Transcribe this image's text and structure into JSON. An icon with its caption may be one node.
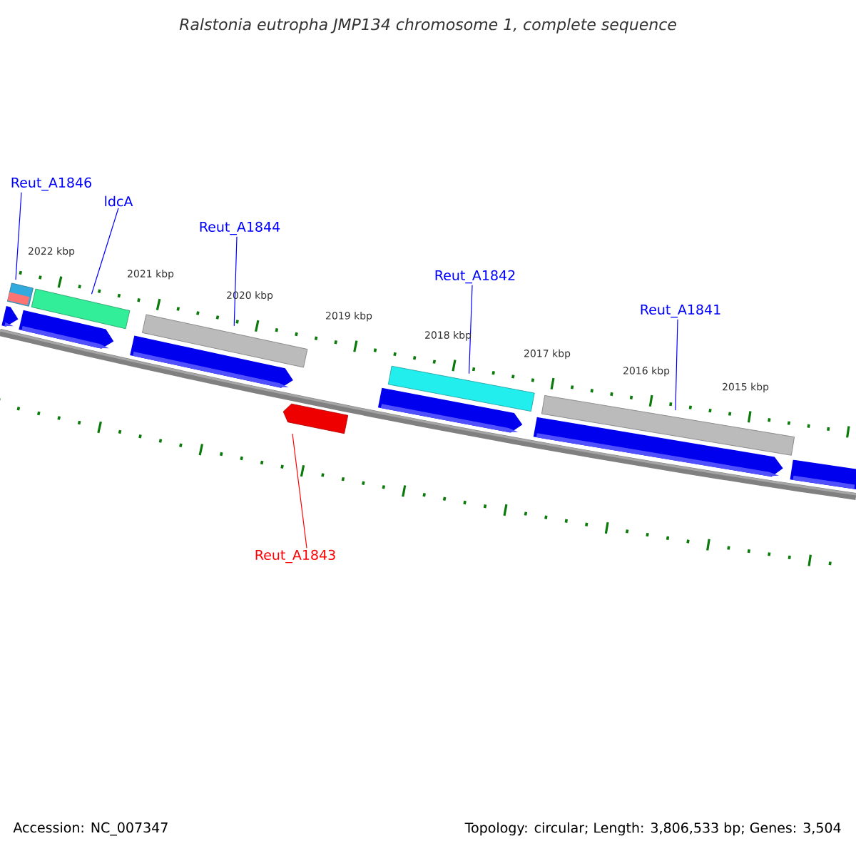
{
  "diagram": {
    "title": "Ralstonia eutropha JMP134 chromosome 1, complete sequence",
    "nodes": [
      {
        "text": [
          "Reut_A1846"
        ]
      },
      {
        "text": [
          "ldcA"
        ]
      },
      {
        "text": [
          "Reut_A1844"
        ]
      },
      {
        "text": [
          "Reut_A1842"
        ]
      },
      {
        "text": [
          "Reut_A1841"
        ]
      },
      {
        "text": [
          "Reut_A1843"
        ]
      },
      {
        "text": [],
        "shape": "bar"
      },
      {
        "text": [],
        "shape": "bar"
      },
      {
        "text": [],
        "shape": "bar"
      },
      {
        "text": [],
        "shape": "arrow"
      },
      {
        "text": [],
        "shape": "bar"
      },
      {
        "text": [],
        "shape": "bar"
      }
    ],
    "edges": [
      {
        "from": 0,
        "to": 6,
        "arrow": "none"
      },
      {
        "from": 1,
        "to": 7,
        "arrow": "none"
      },
      {
        "from": 2,
        "to": 8,
        "arrow": "none"
      },
      {
        "from": 5,
        "to": 9,
        "arrow": "none",
        "color": "#ff0000"
      },
      {
        "from": 3,
        "to": 10,
        "arrow": "none"
      },
      {
        "from": 4,
        "to": 11,
        "arrow": "none"
      }
    ],
    "labels": [
      "2022 kbp",
      "2021 kbp",
      "2020 kbp",
      "2019 kbp",
      "2018 kbp",
      "2017 kbp",
      "2016 kbp",
      "2015 kbp",
      "Accession: NC_007347",
      "Topology: circular; Length: 3,806,533 bp; Genes: 3,504"
    ]
  }
}
